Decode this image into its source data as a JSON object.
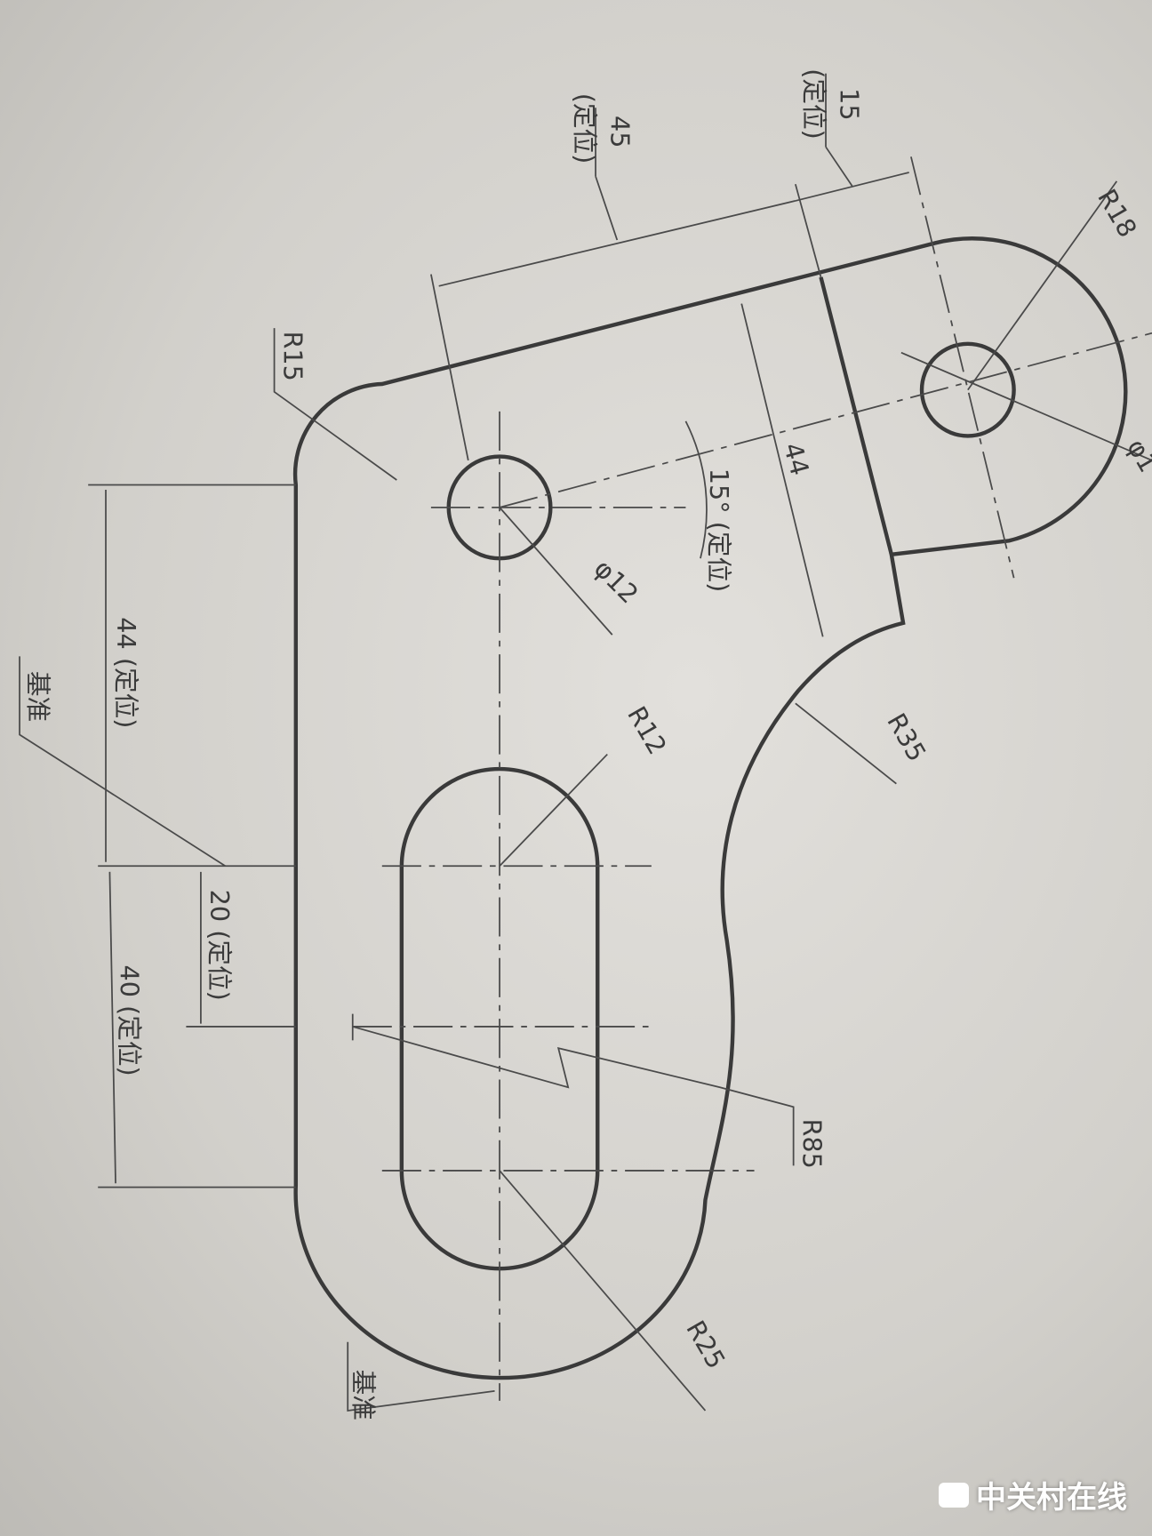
{
  "drawing": {
    "dim_15_locate": {
      "value": "15",
      "note": "(定位)"
    },
    "dim_45_locate": {
      "value": "45",
      "note": "(定位)"
    },
    "r18": "R18",
    "r15": "R15",
    "phi12": "φ12",
    "phi_partial": "φ1",
    "angle_15_locate": "15° (定位)",
    "dim_44": "44",
    "dim_44_locate": "44 (定位)",
    "datum_left": "基准",
    "r12": "R12",
    "r35": "R35",
    "dim_20_locate": "20 (定位)",
    "dim_40_locate": "40 (定位)",
    "r85": "R85",
    "r25": "R25",
    "datum_bottom": "基准"
  },
  "watermark": "中关村在线"
}
